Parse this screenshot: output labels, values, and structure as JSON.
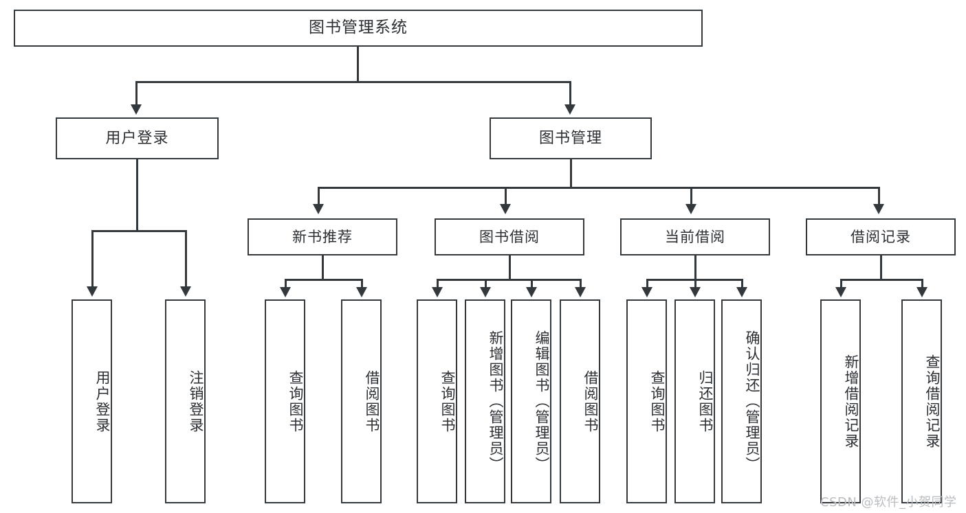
{
  "diagram": {
    "title_box": {
      "label": "图书管理系统"
    },
    "level2": [
      {
        "id": "user-login",
        "label": "用户登录"
      },
      {
        "id": "book-management",
        "label": "图书管理"
      }
    ],
    "level3": [
      {
        "id": "new-book-recommend",
        "label": "新书推荐"
      },
      {
        "id": "book-borrow",
        "label": "图书借阅"
      },
      {
        "id": "current-borrow",
        "label": "当前借阅"
      },
      {
        "id": "borrow-record",
        "label": "借阅记录"
      }
    ],
    "leaves": [
      {
        "id": "leaf-user-login",
        "label": "用户登录"
      },
      {
        "id": "leaf-logout-login",
        "label": "注销登录"
      },
      {
        "id": "leaf-query-book-1",
        "label": "查询图书"
      },
      {
        "id": "leaf-borrow-book-1",
        "label": "借阅图书"
      },
      {
        "id": "leaf-query-book-2",
        "label": "查询图书"
      },
      {
        "id": "leaf-add-book-admin",
        "label": "新增图书（管理员）"
      },
      {
        "id": "leaf-edit-book-admin",
        "label": "编辑图书（管理员）"
      },
      {
        "id": "leaf-borrow-book-2",
        "label": "借阅图书"
      },
      {
        "id": "leaf-query-book-3",
        "label": "查询图书"
      },
      {
        "id": "leaf-return-book",
        "label": "归还图书"
      },
      {
        "id": "leaf-confirm-return-admin",
        "label": "确认归还（管理员）"
      },
      {
        "id": "leaf-add-borrow-record",
        "label": "新增借阅记录"
      },
      {
        "id": "leaf-query-borrow-record",
        "label": "查询借阅记录"
      }
    ],
    "watermark": "CSDN @软件_小贺同学",
    "colors": {
      "stroke": "#33383d",
      "fill": "#ffffff",
      "text": "#2b2f33",
      "watermark": "#b9bcc0"
    }
  }
}
